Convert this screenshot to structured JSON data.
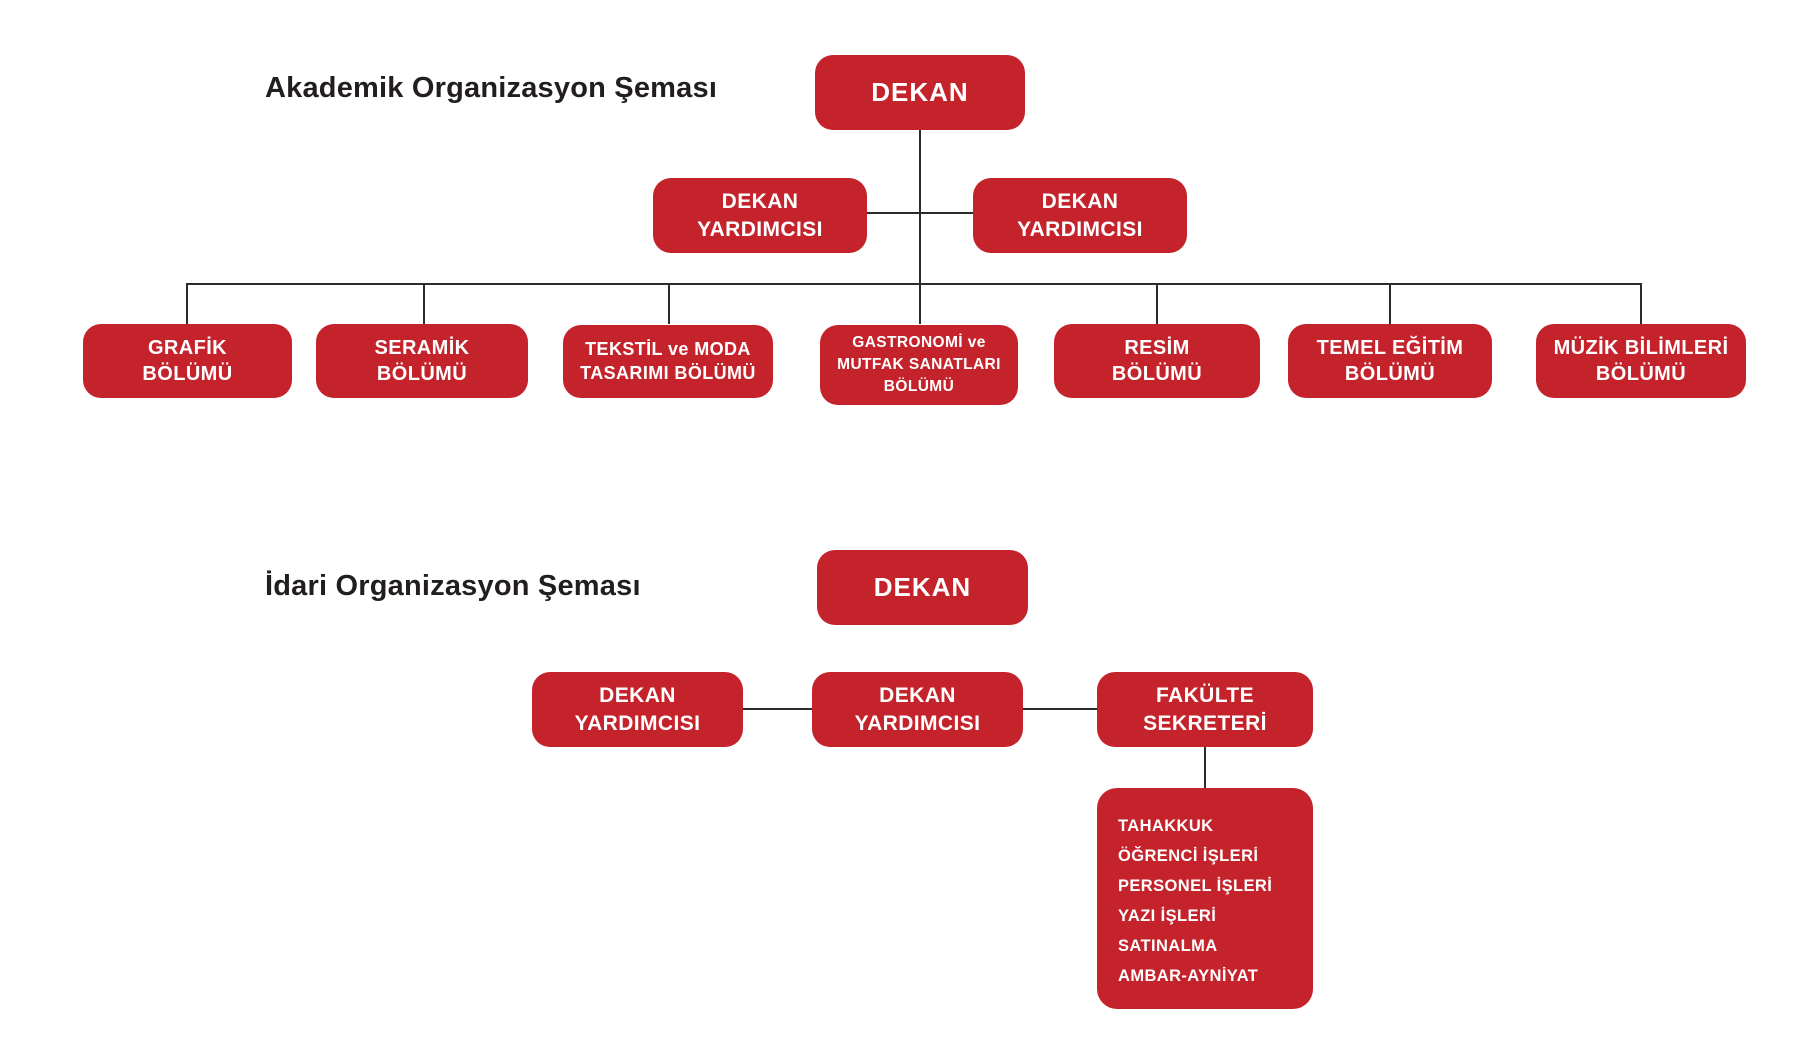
{
  "colors": {
    "node_fill": "#c4232c",
    "connector_line": "#2b2b2b",
    "title_text": "#221e1f",
    "node_text": "#ffffff"
  },
  "academic": {
    "title": "Akademik Organizasyon Şeması",
    "dean": "DEKAN",
    "deputy_left": "DEKAN\nYARDIMCISI",
    "deputy_right": "DEKAN\nYARDIMCISI",
    "departments": [
      "GRAFİK\nBÖLÜMÜ",
      "SERAMİK\nBÖLÜMÜ",
      "TEKSTİL ve MODA\nTASARIMI BÖLÜMÜ",
      "GASTRONOMİ ve\nMUTFAK SANATLARI\nBÖLÜMÜ",
      "RESİM\nBÖLÜMÜ",
      "TEMEL EĞİTİM\nBÖLÜMÜ",
      "MÜZİK BİLİMLERİ\nBÖLÜMÜ"
    ]
  },
  "administrative": {
    "title": "İdari Organizasyon Şeması",
    "dean": "DEKAN",
    "deputy_left": "DEKAN\nYARDIMCISI",
    "deputy_middle": "DEKAN\nYARDIMCISI",
    "secretary": "FAKÜLTE\nSEKRETERİ",
    "units": [
      "TAHAKKUK",
      "ÖĞRENCİ İŞLERİ",
      "PERSONEL İŞLERİ",
      "YAZI İŞLERİ",
      "SATINALMA",
      "AMBAR-AYNİYAT"
    ]
  }
}
